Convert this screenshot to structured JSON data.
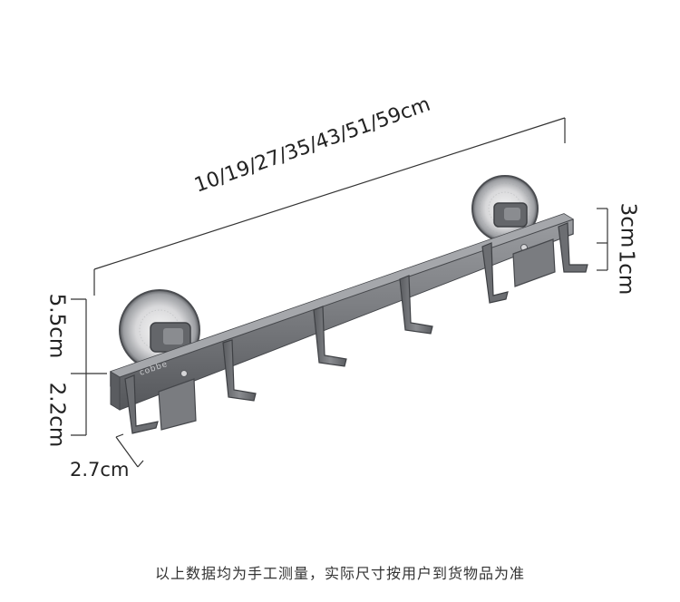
{
  "product_image": {
    "dimensions": {
      "length": "10/19/27/35/43/51/59cm",
      "top_right": "3cm",
      "right_lower": "1cm",
      "left_height": "5.5cm",
      "hook_height": "2.2cm",
      "hook_depth": "2.7cm"
    },
    "brand_mark": "cobbe",
    "footnote": "以上数据均为手工测量，实际尺寸按用户到货物品为准"
  },
  "colors": {
    "rail": "#7d7f83",
    "rail_dark": "#4c4e52",
    "hook": "#707276",
    "dimension_line": "#333333",
    "text": "#222222"
  }
}
